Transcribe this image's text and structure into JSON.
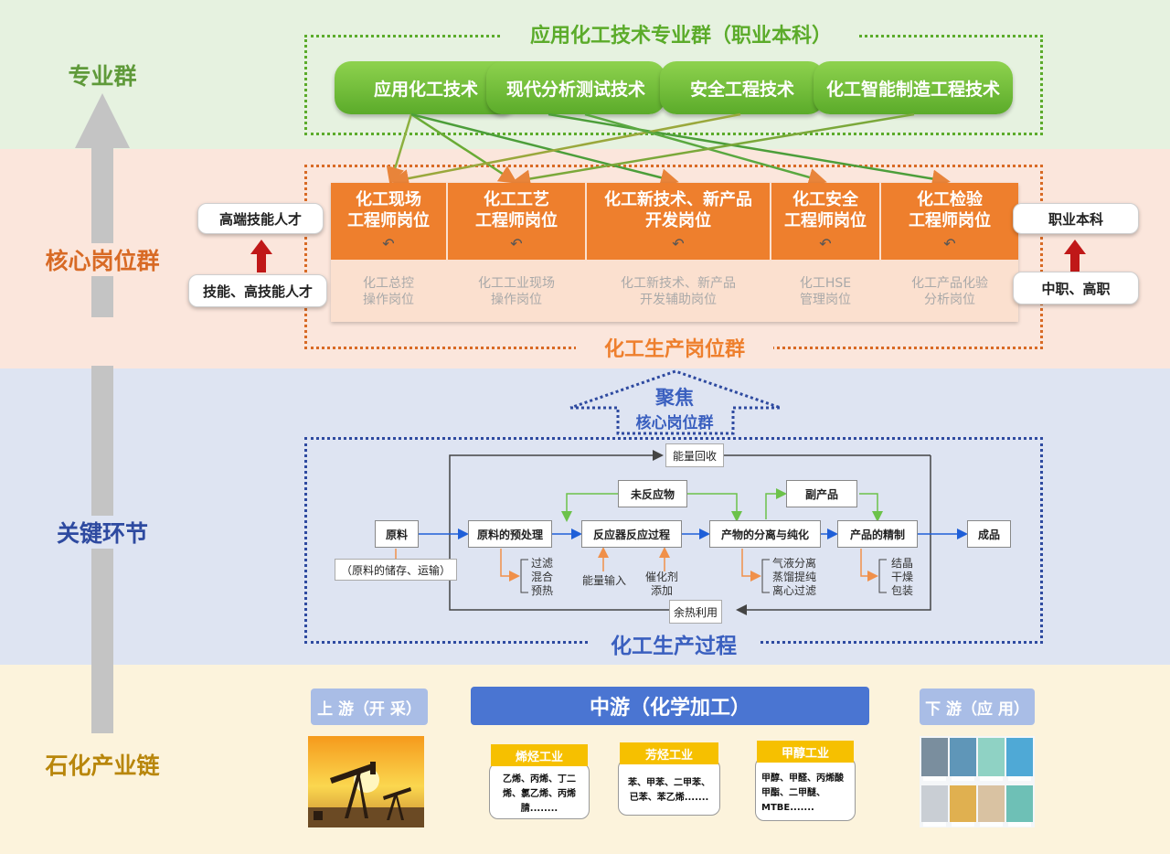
{
  "sections": {
    "zhuanye": "专业群",
    "hexin": "核心岗位群",
    "guanjian": "关键环节",
    "shihua": "石化产业链"
  },
  "top": {
    "title": "应用化工技术专业群（职业本科）",
    "majors": [
      "应用化工技术",
      "现代分析测试技术",
      "安全工程技术",
      "化工智能制造工程技术"
    ]
  },
  "core": {
    "jobs": [
      {
        "line1": "化工现场",
        "line2": "工程师岗位",
        "sub1": "化工总控",
        "sub2": "操作岗位"
      },
      {
        "line1": "化工工艺",
        "line2": "工程师岗位",
        "sub1": "化工工业现场",
        "sub2": "操作岗位"
      },
      {
        "line1": "化工新技术、新产品",
        "line2": "开发岗位",
        "sub1": "化工新技术、新产品",
        "sub2": "开发辅助岗位"
      },
      {
        "line1": "化工安全",
        "line2": "工程师岗位",
        "sub1": "化工HSE",
        "sub2": "管理岗位"
      },
      {
        "line1": "化工检验",
        "line2": "工程师岗位",
        "sub1": "化工产品化验",
        "sub2": "分析岗位"
      }
    ],
    "left_top": "高端技能人才",
    "left_bottom": "技能、高技能人才",
    "right_top": "职业本科",
    "right_bottom": "中职、高职",
    "group_label": "化工生产岗位群"
  },
  "focus": {
    "line1": "聚焦",
    "line2": "核心岗位群"
  },
  "process": {
    "energy_recovery": "能量回收",
    "waste_heat": "余热利用",
    "unreacted": "未反应物",
    "byproduct": "副产品",
    "raw": "原料",
    "raw_note": "（原料的储存、运输）",
    "pretreat": "原料的预处理",
    "reactor": "反应器反应过程",
    "separation": "产物的分离与纯化",
    "refine": "产品的精制",
    "product": "成品",
    "pre_steps": [
      "过滤",
      "混合",
      "预热"
    ],
    "energy_input": "能量输入",
    "catalyst": [
      "催化剂",
      "添加"
    ],
    "sep_steps": [
      "气液分离",
      "蒸馏提纯",
      "离心过滤"
    ],
    "refine_steps": [
      "结晶",
      "干燥",
      "包装"
    ],
    "label": "化工生产过程"
  },
  "chain": {
    "upstream": "上 游（开 采）",
    "midstream": "中游（化学加工）",
    "downstream": "下 游（应 用）",
    "cards": [
      {
        "tag": "烯烃工业",
        "text": "乙烯、丙烯、丁二烯、氯乙烯、丙烯腈........"
      },
      {
        "tag": "芳烃工业",
        "text": "苯、甲苯、二甲苯、已苯、苯乙烯......."
      },
      {
        "tag": "甲醇工业",
        "text": "甲醇、甲醛、丙烯酸甲酯、二甲醚、MTBE......."
      }
    ]
  },
  "colors": {
    "green_band": "#e6f2e0",
    "orange_band": "#fbe6dc",
    "blue_band": "#dee4f2",
    "yellow_band": "#fcf3dc",
    "green": "#5bab2a",
    "orange": "#ee7f2d",
    "blue": "#2e4aa0",
    "gold": "#b8860b"
  }
}
